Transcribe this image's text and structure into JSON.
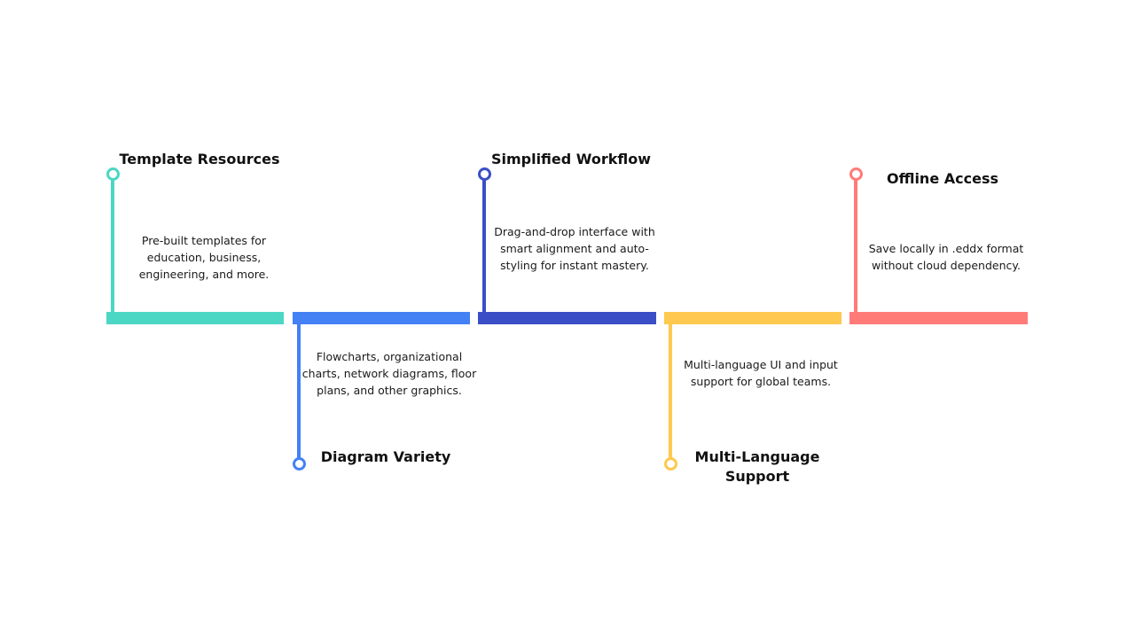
{
  "colors": {
    "template": "#4CD7C4",
    "diagram": "#4381F5",
    "workflow": "#3B4EC6",
    "language": "#FFC84E",
    "offline": "#FF7B78"
  },
  "steps": [
    {
      "title": "Template Resources",
      "description": "Pre-built templates for education, business, engineering, and more."
    },
    {
      "title": "Diagram Variety",
      "description": "Flowcharts, organizational charts, network diagrams, floor plans, and other graphics."
    },
    {
      "title": "Simplified Workflow",
      "description": "Drag-and-drop interface with smart alignment and auto-styling for instant mastery."
    },
    {
      "title": "Multi-Language Support",
      "description": "Multi-language UI and input support for global teams."
    },
    {
      "title": "Offline Access",
      "description": "Save locally in .eddx format without cloud dependency."
    }
  ]
}
